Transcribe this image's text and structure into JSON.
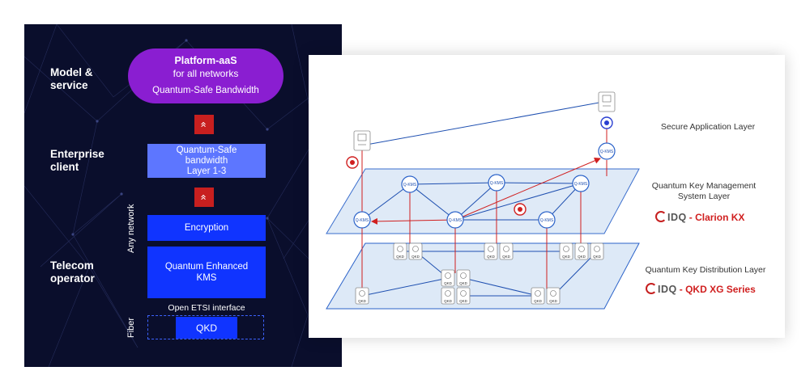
{
  "left": {
    "rows": [
      {
        "label_line1": "Model &",
        "label_line2": "service"
      },
      {
        "label_line1": "Enterprise",
        "label_line2": "client"
      },
      {
        "label_line1": "Telecom",
        "label_line2": "operator"
      }
    ],
    "pill": {
      "title": "Platform-aaS",
      "subtitle": "for all networks",
      "bandwidth": "Quantum-Safe Bandwidth"
    },
    "chevron": "»",
    "qsb": {
      "line1": "Quantum-Safe",
      "line2": "bandwidth",
      "line3": "Layer 1-3"
    },
    "encryption": "Encryption",
    "kms": {
      "line1": "Quantum Enhanced",
      "line2": "KMS"
    },
    "etsi": "Open ETSI interface",
    "qkd": "QKD",
    "any_network": "Any network",
    "fiber": "Fiber"
  },
  "right": {
    "layers": {
      "app": "Secure Application Layer",
      "kms_line1": "Quantum Key Management",
      "kms_line2": "System Layer",
      "qkd": "Quantum Key Distribution Layer"
    },
    "brand1": {
      "logo": "IDQ",
      "product": "- Clarion KX"
    },
    "brand2": {
      "logo": "IDQ",
      "product": "- QKD XG Series"
    },
    "node_label": "Q-KMS",
    "qkd_label": "QKD"
  },
  "colors": {
    "panel": "#0a0e2c",
    "pill": "#8a1ed1",
    "blue": "#1034ff",
    "light_blue": "#5d76ff",
    "red": "#c81f1f",
    "line": "#2a62c9"
  }
}
